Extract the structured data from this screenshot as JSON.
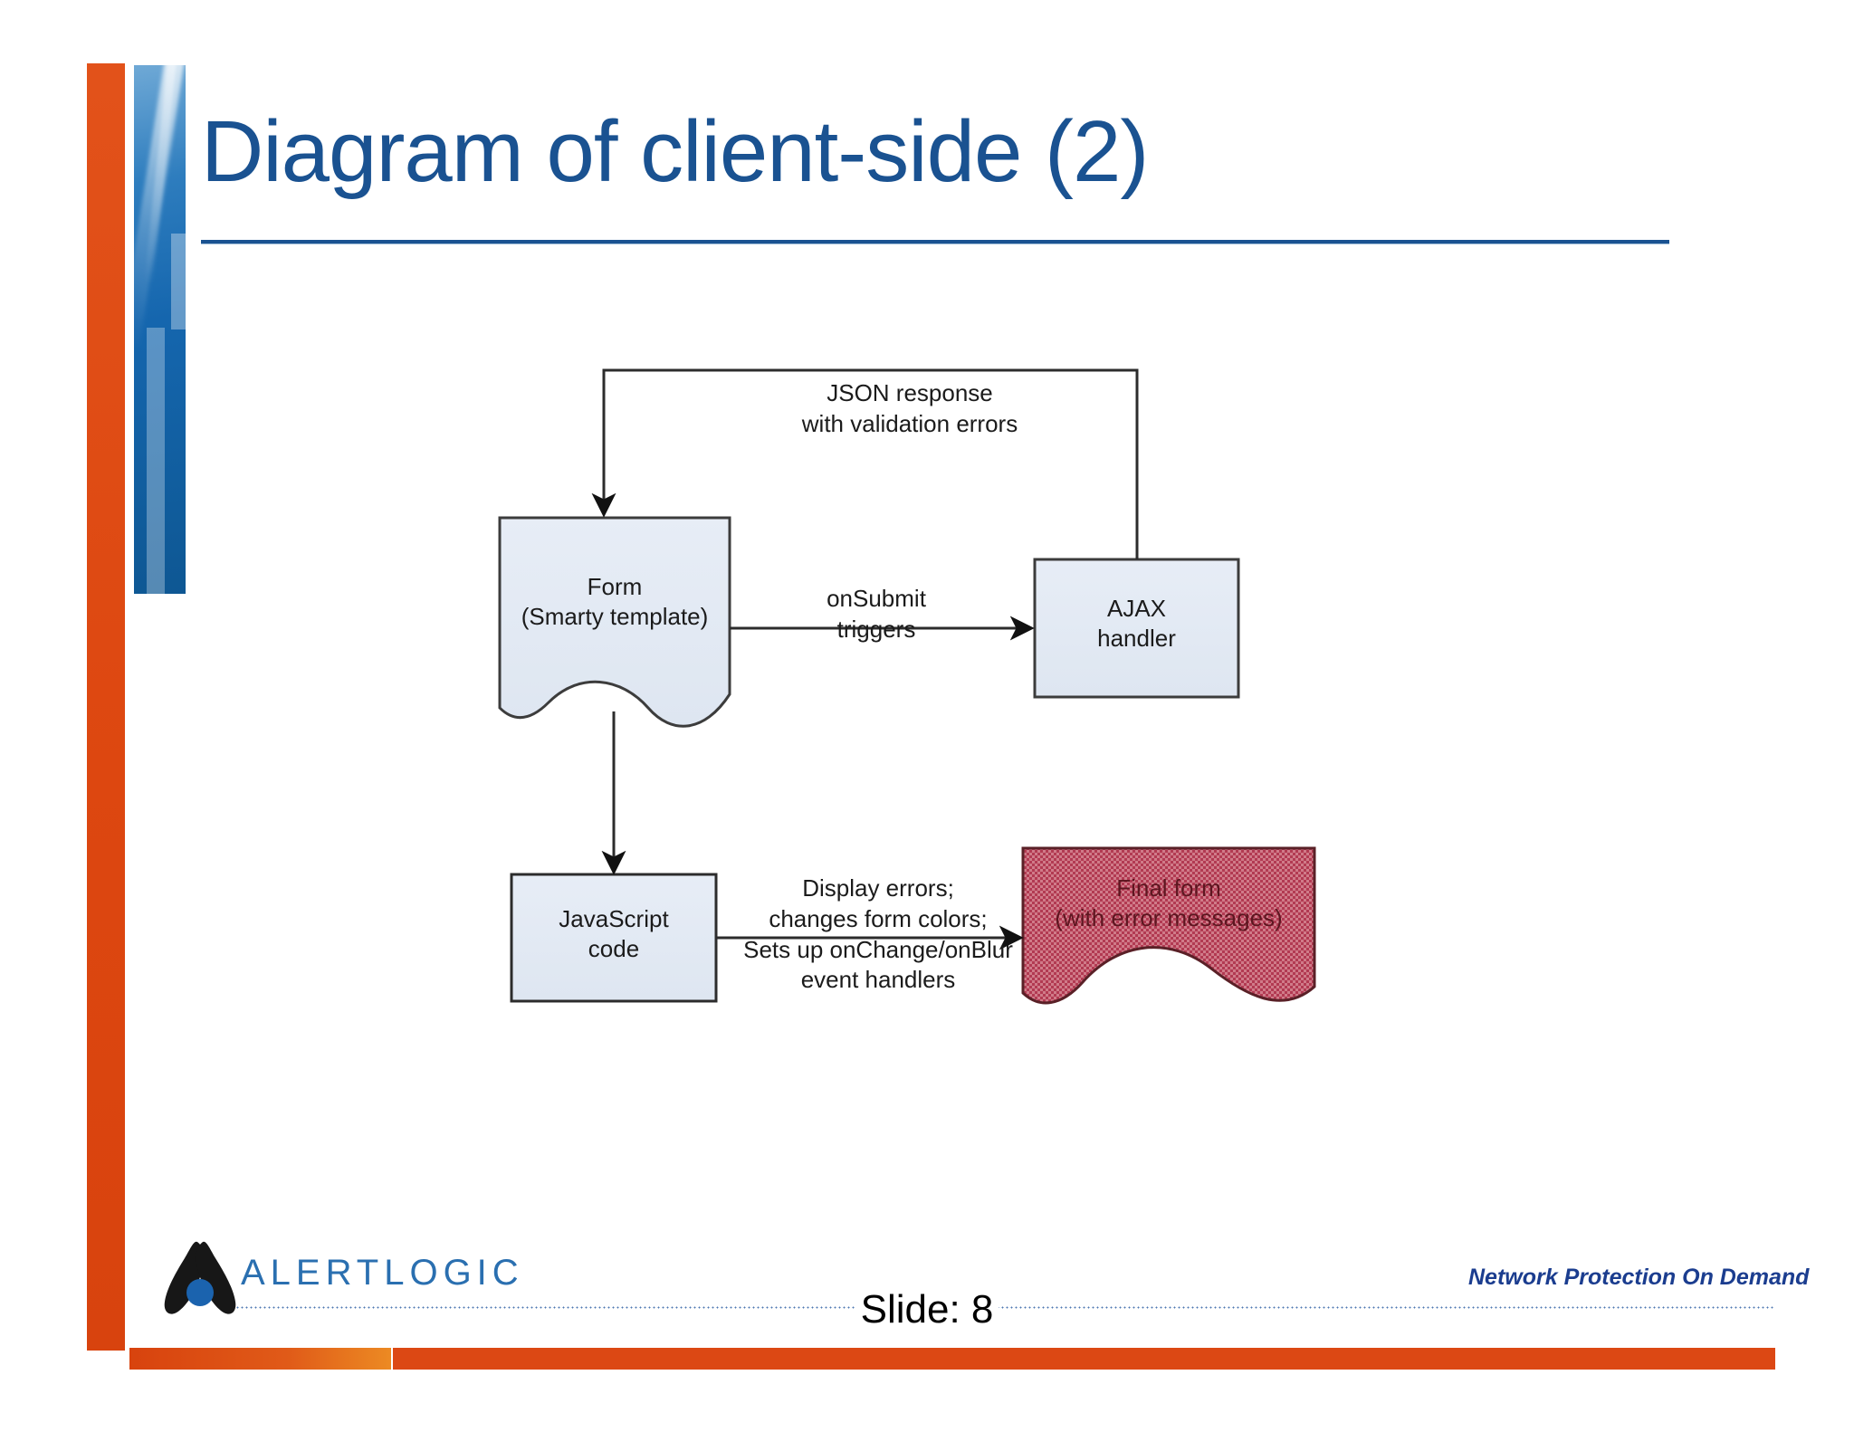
{
  "slide": {
    "title": "Diagram of client-side (2)",
    "slide_label": "Slide: 8",
    "accent_blue": "#1A5291",
    "accent_orange": "#DC4814"
  },
  "branding": {
    "logo_text": "ALERTLOGIC",
    "tagline": "Network Protection On Demand"
  },
  "diagram": {
    "type": "flowchart",
    "nodes": [
      {
        "id": "form",
        "label": "Form\n(Smarty template)",
        "shape": "document",
        "fill": "#E4EBF5",
        "stroke": "#3C3C3C"
      },
      {
        "id": "ajax",
        "label": "AJAX\nhandler",
        "shape": "rectangle",
        "fill": "#E4EBF5",
        "stroke": "#3C3C3C"
      },
      {
        "id": "js",
        "label": "JavaScript\ncode",
        "shape": "rectangle",
        "fill": "#E4EBF5",
        "stroke": "#3C3C3C"
      },
      {
        "id": "final",
        "label": "Final form\n(with error messages)",
        "shape": "document",
        "fill": "#CC5566",
        "stroke": "#5A2027"
      }
    ],
    "edges": [
      {
        "id": "edge-onsubmit",
        "from": "form",
        "to": "ajax",
        "label": "onSubmit\ntriggers"
      },
      {
        "id": "edge-json",
        "from": "ajax",
        "to": "form",
        "label": "JSON response\nwith validation errors"
      },
      {
        "id": "edge-form-js",
        "from": "form",
        "to": "js",
        "label": ""
      },
      {
        "id": "edge-display",
        "from": "js",
        "to": "final",
        "label": "Display errors;\nchanges form colors;\nSets up onChange/onBlur\nevent handlers"
      }
    ]
  }
}
